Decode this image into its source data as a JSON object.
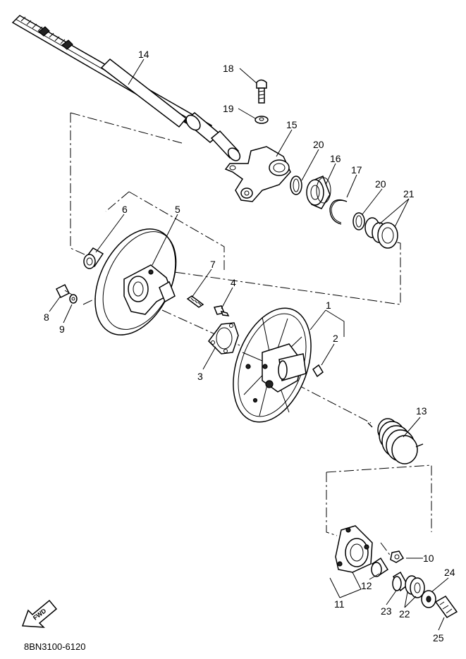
{
  "callouts": [
    {
      "id": "1",
      "text": "1"
    },
    {
      "id": "2",
      "text": "2"
    },
    {
      "id": "3",
      "text": "3"
    },
    {
      "id": "4",
      "text": "4"
    },
    {
      "id": "5",
      "text": "5"
    },
    {
      "id": "6",
      "text": "6"
    },
    {
      "id": "7",
      "text": "7"
    },
    {
      "id": "8",
      "text": "8"
    },
    {
      "id": "9",
      "text": "9"
    },
    {
      "id": "10",
      "text": "10"
    },
    {
      "id": "11",
      "text": "11"
    },
    {
      "id": "12",
      "text": "12"
    },
    {
      "id": "13",
      "text": "13"
    },
    {
      "id": "14",
      "text": "14"
    },
    {
      "id": "15",
      "text": "15"
    },
    {
      "id": "16",
      "text": "16"
    },
    {
      "id": "17",
      "text": "17"
    },
    {
      "id": "18",
      "text": "18"
    },
    {
      "id": "19",
      "text": "19"
    },
    {
      "id": "20a",
      "text": "20"
    },
    {
      "id": "20b",
      "text": "20"
    },
    {
      "id": "21",
      "text": "21"
    },
    {
      "id": "22",
      "text": "22"
    },
    {
      "id": "23",
      "text": "23"
    },
    {
      "id": "24",
      "text": "24"
    },
    {
      "id": "25",
      "text": "25"
    }
  ],
  "fwd_label": "FWD",
  "diagram_code": "8BN3100-6120"
}
